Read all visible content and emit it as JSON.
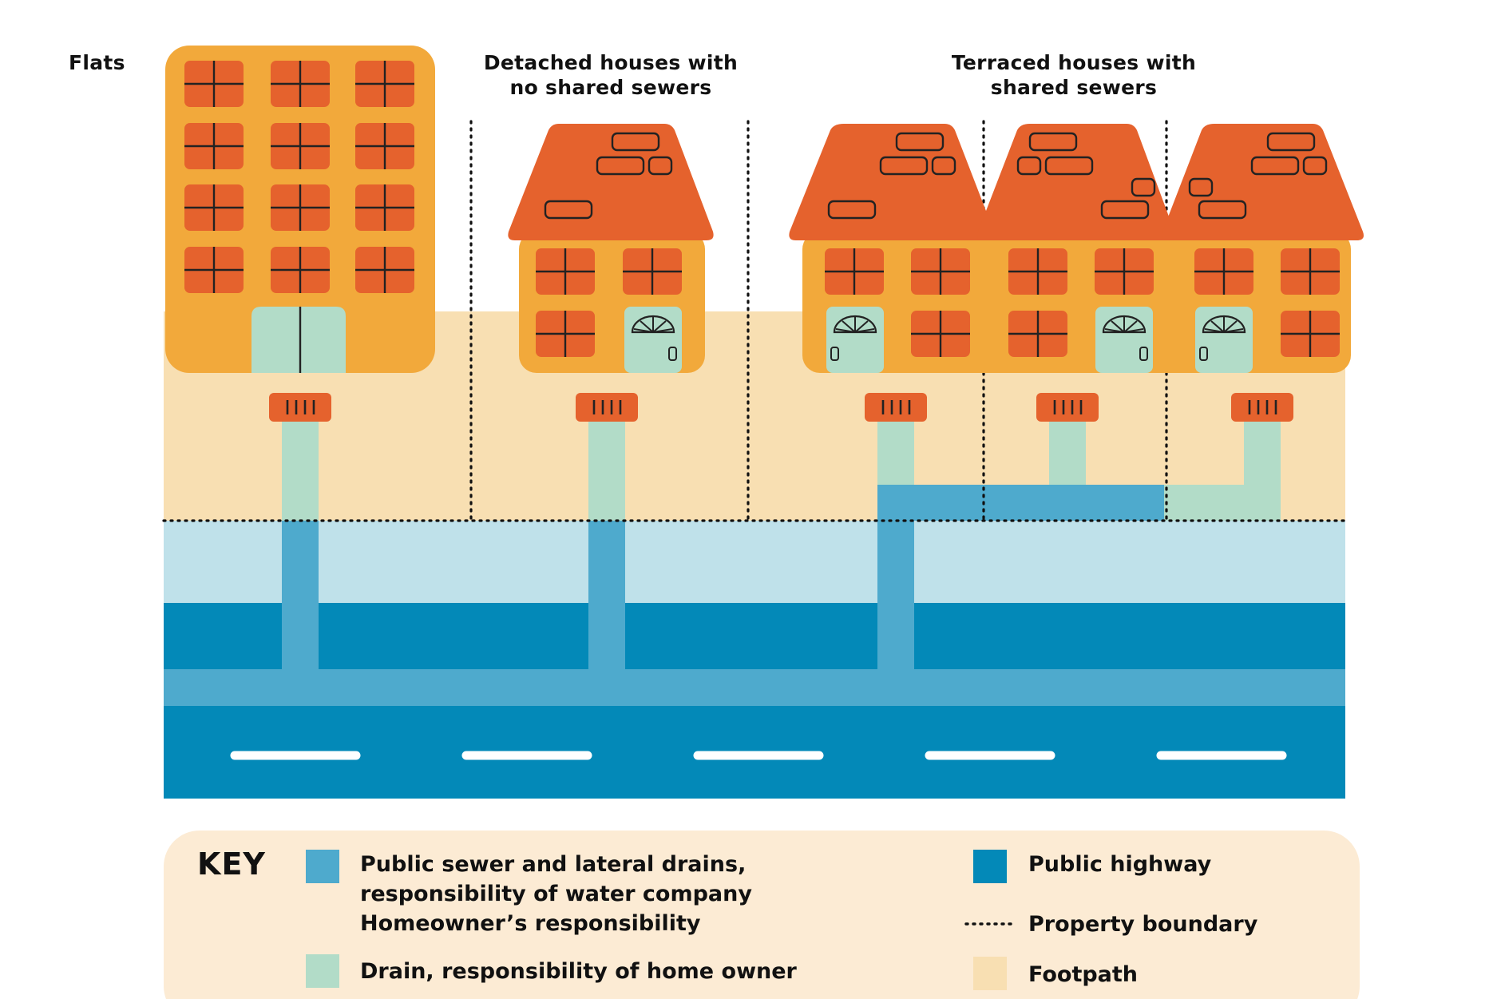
{
  "labels": {
    "flats": "Flats",
    "detached": "Detached houses with\nno shared sewers",
    "terraced": "Terraced houses with\nshared sewers"
  },
  "key": {
    "title": "KEY",
    "public_sewer": "Public sewer and lateral drains,\nresponsibility of water company\nHomeowner’s responsibility",
    "drain": "Drain, responsibility of home owner",
    "highway": "Public highway",
    "boundary": "Property boundary",
    "footpath": "Footpath"
  },
  "colors": {
    "public_sewer": "#4eaacd",
    "drain": "#b2dcc8",
    "highway": "#0389b8",
    "footpath": "#f8dfb2",
    "verge": "#bfe1ea",
    "wall": "#f2a93b",
    "roof": "#e5622d",
    "key_bg": "#fcebd4"
  },
  "icons": {
    "gully": "drain-grate-icon",
    "window": "window-icon",
    "door": "door-icon"
  }
}
